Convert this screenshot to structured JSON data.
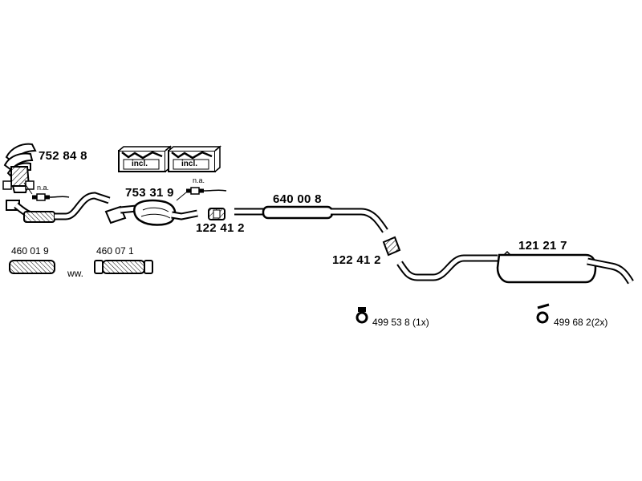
{
  "parts": {
    "manifold_catalyst": "752 84 8",
    "catalytic_converter": "753 31 9",
    "clamp_front": "122 41 2",
    "clamp_middle": "122 41 2",
    "middle_silencer": "640 00 8",
    "rear_silencer": "121 21 7",
    "flex_pipe_a": "460 01 9",
    "flex_pipe_b": "460 07 1",
    "mount_a": "499 53 8 (1x)",
    "mount_b": "499 68 2(2x)"
  },
  "notes": {
    "na_1": "n.a.",
    "na_2": "n.a.",
    "ww": "ww.",
    "incl_1": "incl.",
    "incl_2": "incl."
  },
  "colors": {
    "line": "#000000",
    "fill": "#ffffff",
    "shade": "#9a9a9a"
  }
}
